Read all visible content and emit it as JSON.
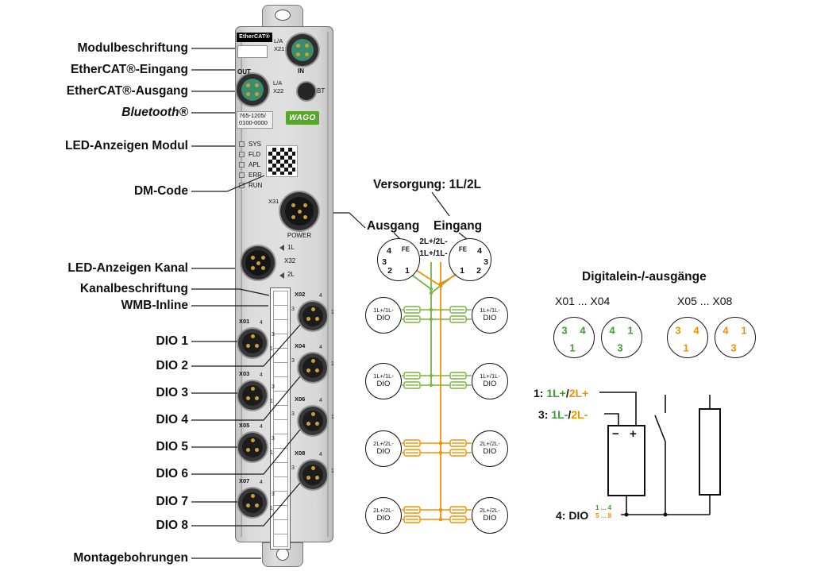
{
  "colors": {
    "green": "#3f9c35",
    "wire_green": "#79b341",
    "orange": "#f29100",
    "wago_green": "#58a62b",
    "module_gray": "#d3d3d3"
  },
  "callouts": [
    {
      "id": "modulbeschriftung",
      "label": "Modulbeschriftung"
    },
    {
      "id": "ethercat-eingang",
      "label": "EtherCAT®-Eingang"
    },
    {
      "id": "ethercat-ausgang",
      "label": "EtherCAT®-Ausgang"
    },
    {
      "id": "bluetooth",
      "label": "Bluetooth®",
      "italic": true
    },
    {
      "id": "led-anzeigen-modul",
      "label": "LED-Anzeigen Modul"
    },
    {
      "id": "dm-code",
      "label": "DM-Code"
    },
    {
      "id": "led-anzeigen-kanal",
      "label": "LED-Anzeigen Kanal"
    },
    {
      "id": "kanalbeschriftung",
      "label": "Kanalbeschriftung"
    },
    {
      "id": "wmb-inline",
      "label": "WMB-Inline"
    },
    {
      "id": "dio-1",
      "label": "DIO 1"
    },
    {
      "id": "dio-2",
      "label": "DIO 2"
    },
    {
      "id": "dio-3",
      "label": "DIO 3"
    },
    {
      "id": "dio-4",
      "label": "DIO 4"
    },
    {
      "id": "dio-5",
      "label": "DIO 5"
    },
    {
      "id": "dio-6",
      "label": "DIO 6"
    },
    {
      "id": "dio-7",
      "label": "DIO 7"
    },
    {
      "id": "dio-8",
      "label": "DIO 8"
    },
    {
      "id": "montagebohrungen",
      "label": "Montagebohrungen"
    }
  ],
  "module": {
    "ethercat_tag": "EtherCAT®",
    "x21": {
      "la": "L/A",
      "name": "X21",
      "port": "IN"
    },
    "x22": {
      "la": "L/A",
      "name": "X22",
      "port": "OUT"
    },
    "bt_label": "BT",
    "part_number": [
      "765-1205/",
      "0100-0000"
    ],
    "brand": "WAGO",
    "leds": [
      "SYS",
      "FLD",
      "APL",
      "ERR",
      "RUN"
    ],
    "x31_label": "X31",
    "power_label": "POWER",
    "x32": {
      "top": "1L",
      "name": "X32",
      "bottom": "2L"
    },
    "io_connectors": [
      {
        "label": "X01"
      },
      {
        "label": "X02"
      },
      {
        "label": "X03"
      },
      {
        "label": "X04"
      },
      {
        "label": "X05"
      },
      {
        "label": "X06"
      },
      {
        "label": "X07"
      },
      {
        "label": "X08"
      }
    ],
    "io_pin_digits": [
      "4",
      "3",
      "1"
    ]
  },
  "versorgung": {
    "title": "Versorgung: 1L/2L",
    "out_label": "Ausgang",
    "in_label": "Eingang",
    "out_pins": [
      "4",
      "FE",
      "3",
      "2",
      "1"
    ],
    "in_pins": [
      "FE",
      "4",
      "3",
      "1",
      "2"
    ],
    "bus_labels": [
      "2L+/2L-",
      "1L+/1L-"
    ],
    "rows": [
      {
        "supply": "1L+/1L-",
        "channel": "DIO",
        "color": "green"
      },
      {
        "supply": "1L+/1L-",
        "channel": "DIO",
        "color": "green"
      },
      {
        "supply": "2L+/2L-",
        "channel": "DIO",
        "color": "orange"
      },
      {
        "supply": "2L+/2L-",
        "channel": "DIO",
        "color": "orange"
      }
    ]
  },
  "digital_io": {
    "title": "Digitalein-/-ausgänge",
    "groups": [
      "X01 ... X04",
      "X05 ... X08"
    ],
    "circles": [
      {
        "digits": [
          "3",
          "4",
          "1"
        ],
        "color": "green"
      },
      {
        "digits": [
          "4",
          "1",
          "3"
        ],
        "color": "green"
      },
      {
        "digits": [
          "3",
          "4",
          "1"
        ],
        "color": "orange"
      },
      {
        "digits": [
          "4",
          "1",
          "3"
        ],
        "color": "orange"
      }
    ],
    "legend": {
      "pin1": {
        "prefix": "1: ",
        "first": "1L+",
        "sep": "/",
        "second": "2L+"
      },
      "pin3": {
        "prefix": "3: ",
        "first": "1L-",
        "sep": "/",
        "second": "2L-"
      },
      "pin4": {
        "prefix": "4: DIO",
        "channels_green": "1 ... 4",
        "channels_orange": "5 ... 8"
      },
      "battery": {
        "minus": "−",
        "plus": "+"
      }
    }
  }
}
